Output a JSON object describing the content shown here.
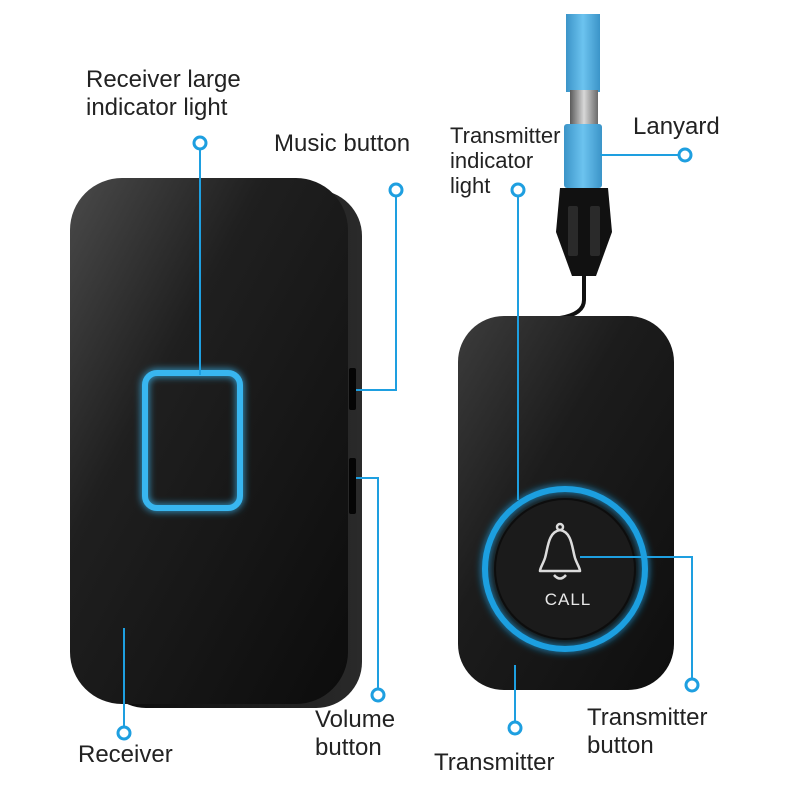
{
  "labels": {
    "receiver_light": "Receiver large\nindicator light",
    "music_button": "Music button",
    "transmitter_light": "Transmitter\nindicator\nlight",
    "lanyard": "Lanyard",
    "receiver": "Receiver",
    "volume_button": "Volume\nbutton",
    "transmitter": "Transmitter",
    "transmitter_button": "Transmitter\nbutton"
  },
  "device": {
    "call_text": "CALL"
  },
  "colors": {
    "accent_blue": "#1e9fe0",
    "indicator_glow": "#39b6f0",
    "device_body": "#141414",
    "lanyard": "#4aa9d9"
  }
}
